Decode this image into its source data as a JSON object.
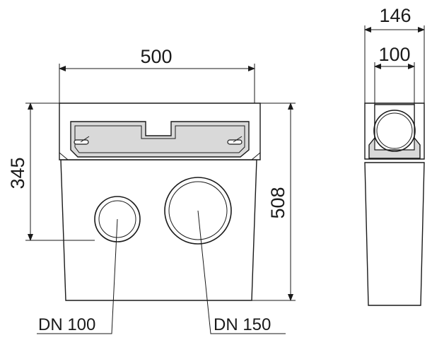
{
  "dimensions": {
    "front_width": "500",
    "front_inlet_height": "345",
    "front_total_height": "508",
    "side_outer_width": "146",
    "side_inner_width": "100"
  },
  "labels": {
    "pipe_small": "DN 100",
    "pipe_large": "DN 150"
  },
  "colors": {
    "line": "#1a1a1a",
    "grate": "#d9d9d9",
    "background": "#ffffff"
  }
}
